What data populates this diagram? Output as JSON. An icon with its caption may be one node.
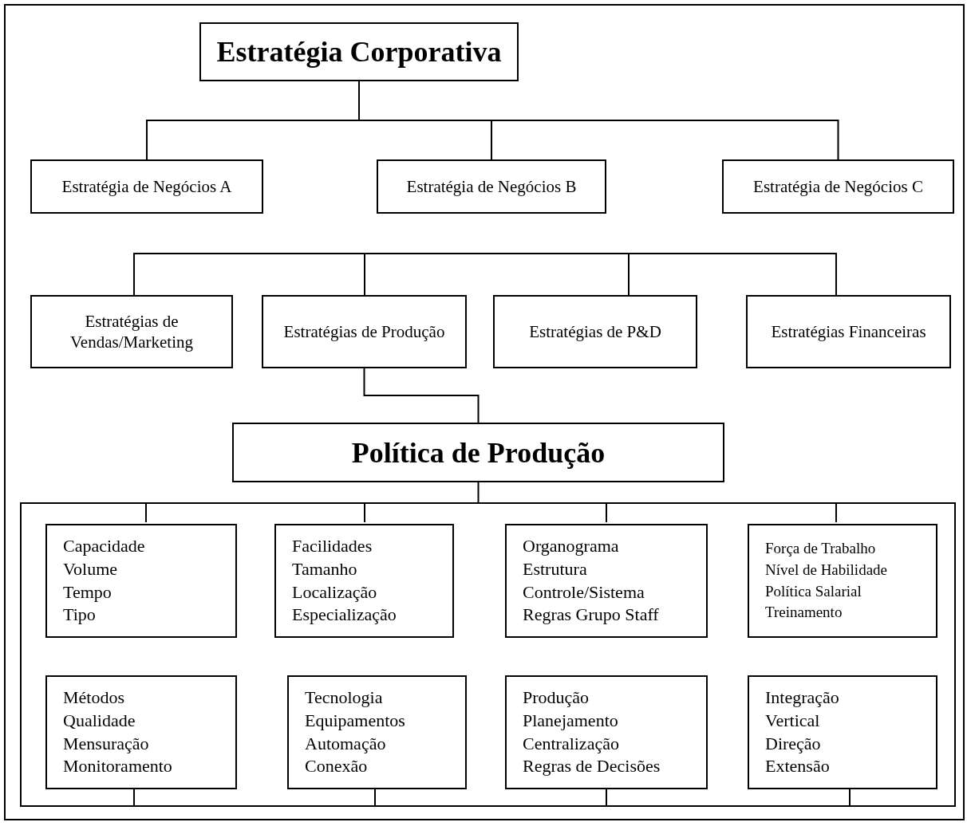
{
  "diagram": {
    "nodes": [
      {
        "text": [
          "Estratégia Corporativa"
        ]
      },
      {
        "text": [
          "Estratégia de Negócios A"
        ]
      },
      {
        "text": [
          "Estratégia de Negócios B"
        ]
      },
      {
        "text": [
          "Estratégia de Negócios C"
        ]
      },
      {
        "text": [
          "Estratégias de Vendas/Marketing"
        ]
      },
      {
        "text": [
          "Estratégias de Produção"
        ]
      },
      {
        "text": [
          "Estratégias de P&D"
        ]
      },
      {
        "text": [
          "Estratégias Financeiras"
        ]
      },
      {
        "text": [
          "Política de Produção"
        ]
      },
      {
        "text": [],
        "shape": "box"
      },
      {
        "text": [
          "Capacidade",
          "Volume",
          "Tempo",
          "Tipo"
        ],
        "in": 9
      },
      {
        "text": [
          "Facilidades",
          "Tamanho",
          "Localização",
          "Especialização"
        ],
        "in": 9
      },
      {
        "text": [
          "Organograma",
          "Estrutura",
          "Controle/Sistema",
          "Regras Grupo Staff"
        ],
        "in": 9
      },
      {
        "text": [
          "Força de Trabalho",
          "Nível de Habilidade",
          "Política Salarial",
          "Treinamento"
        ],
        "in": 9
      },
      {
        "text": [
          "Métodos",
          "Qualidade",
          "Mensuração",
          "Monitoramento"
        ],
        "in": 9
      },
      {
        "text": [
          "Tecnologia",
          "Equipamentos",
          "Automação",
          "Conexão"
        ],
        "in": 9
      },
      {
        "text": [
          "Produção",
          "Planejamento",
          "Centralização",
          "Regras de Decisões"
        ],
        "in": 9
      },
      {
        "text": [
          "Integração",
          "Vertical",
          "Direção",
          "Extensão"
        ],
        "in": 9
      }
    ],
    "edges": [
      {
        "from": 0,
        "to": 1,
        "arrow": "none"
      },
      {
        "from": 0,
        "to": 2,
        "arrow": "none"
      },
      {
        "from": 0,
        "to": 3,
        "arrow": "none"
      },
      {
        "from": null,
        "to": 4,
        "arrow": "none"
      },
      {
        "from": null,
        "to": 5,
        "arrow": "none"
      },
      {
        "from": null,
        "to": 6,
        "arrow": "none"
      },
      {
        "from": null,
        "to": 7,
        "arrow": "none"
      },
      {
        "from": 5,
        "to": 8,
        "arrow": "none"
      },
      {
        "from": 8,
        "to": 9,
        "arrow": "none"
      },
      {
        "from": 9,
        "to": 10,
        "arrow": "none"
      },
      {
        "from": 9,
        "to": 11,
        "arrow": "none"
      },
      {
        "from": 9,
        "to": 12,
        "arrow": "none"
      },
      {
        "from": 9,
        "to": 13,
        "arrow": "none"
      },
      {
        "from": 14,
        "to": 9,
        "arrow": "none"
      },
      {
        "from": 15,
        "to": 9,
        "arrow": "none"
      },
      {
        "from": 16,
        "to": 9,
        "arrow": "none"
      },
      {
        "from": 17,
        "to": 9,
        "arrow": "none"
      }
    ]
  }
}
